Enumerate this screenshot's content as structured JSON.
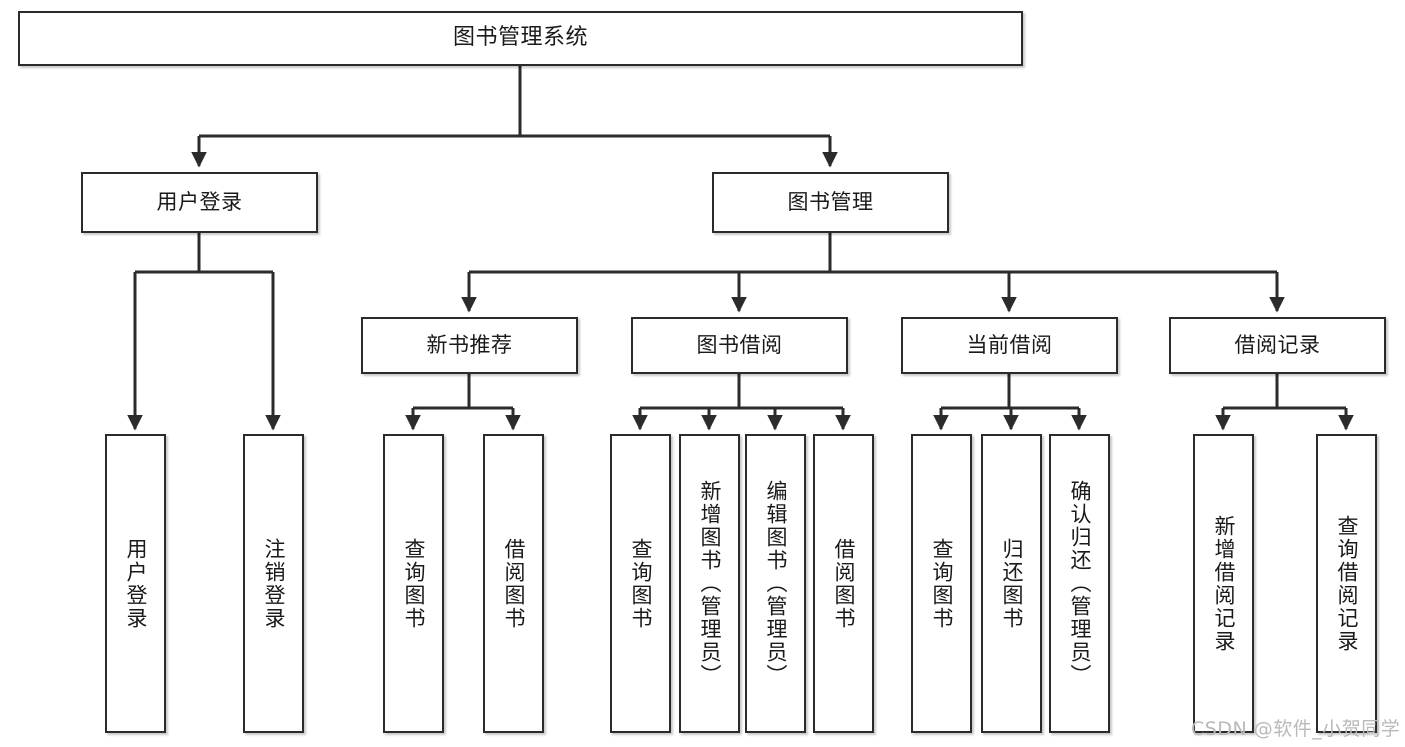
{
  "diagram": {
    "type": "tree-hierarchy",
    "title": "图书管理系统",
    "watermark": "CSDN @软件_小贺同学",
    "colors": {
      "background": "#ffffff",
      "box_border": "#2b2b2b",
      "box_fill": "#ffffff",
      "edge": "#2b2b2b",
      "text": "#1a1a1a",
      "watermark": "#b9b9b9"
    },
    "nodes": {
      "root": {
        "label": "图书管理系统"
      },
      "level2": [
        {
          "id": "user-login",
          "label": "用户登录"
        },
        {
          "id": "book-manage",
          "label": "图书管理"
        }
      ],
      "level3": [
        {
          "id": "new-book-recommend",
          "label": "新书推荐"
        },
        {
          "id": "book-borrow",
          "label": "图书借阅"
        },
        {
          "id": "current-borrow",
          "label": "当前借阅"
        },
        {
          "id": "borrow-record",
          "label": "借阅记录"
        }
      ],
      "leaves": {
        "user_login": [
          {
            "id": "leaf-user-login",
            "label": "用户登录"
          },
          {
            "id": "leaf-logout-login",
            "label": "注销登录"
          }
        ],
        "new_book_recommend": [
          {
            "id": "leaf-query-book-1",
            "label": "查询图书"
          },
          {
            "id": "leaf-borrow-book-1",
            "label": "借阅图书"
          }
        ],
        "book_borrow": [
          {
            "id": "leaf-query-book-2",
            "label": "查询图书"
          },
          {
            "id": "leaf-add-book-admin",
            "label": "新增图书（管理员）"
          },
          {
            "id": "leaf-edit-book-admin",
            "label": "编辑图书（管理员）"
          },
          {
            "id": "leaf-borrow-book-2",
            "label": "借阅图书"
          }
        ],
        "current_borrow": [
          {
            "id": "leaf-query-book-3",
            "label": "查询图书"
          },
          {
            "id": "leaf-return-book",
            "label": "归还图书"
          },
          {
            "id": "leaf-confirm-return-admin",
            "label": "确认归还（管理员）"
          }
        ],
        "borrow_record": [
          {
            "id": "leaf-add-borrow-record",
            "label": "新增借阅记录"
          },
          {
            "id": "leaf-query-borrow-record",
            "label": "查询借阅记录"
          }
        ]
      }
    }
  }
}
